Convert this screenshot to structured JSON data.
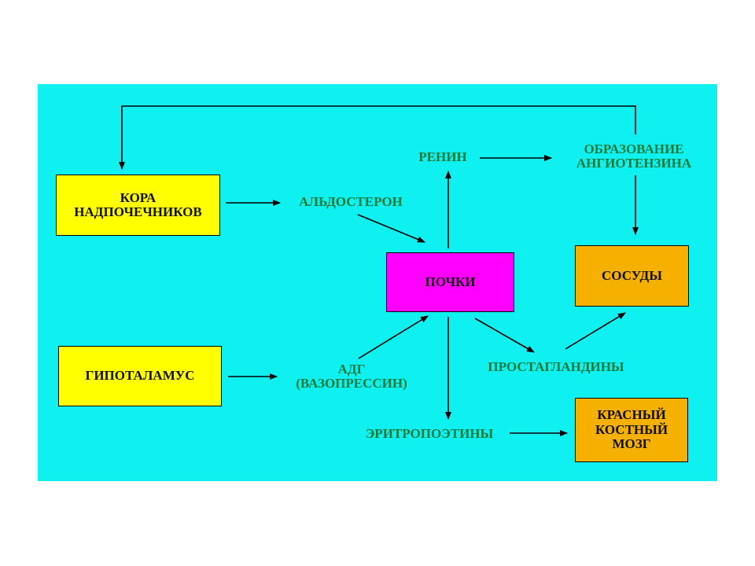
{
  "diagram": {
    "boxes": {
      "adrenal_cortex": "КОРА\nНАДПОЧЕЧНИКОВ",
      "hypothalamus": "ГИПОТАЛАМУС",
      "kidneys": "ПОЧКИ",
      "vessels": "СОСУДЫ",
      "bone_marrow": "КРАСНЫЙ\nКОСТНЫЙ\nМОЗГ"
    },
    "labels": {
      "aldosterone": "АЛЬДОСТЕРОН",
      "renin": "РЕНИН",
      "angiotensin": "ОБРАЗОВАНИЕ\nАНГИОТЕНЗИНА",
      "adh": "АДГ\n(ВАЗОПРЕССИН)",
      "prostaglandins": "ПРОСТАГЛАНДИНЫ",
      "erythropoietins": "ЭРИТРОПОЭТИНЫ"
    },
    "colors": {
      "background": "#0ff0f0",
      "hormone_text": "#1a7a3a",
      "organ_box": "#ffff00",
      "kidney_box": "#ff00ff",
      "target_box": "#f5b000"
    }
  }
}
